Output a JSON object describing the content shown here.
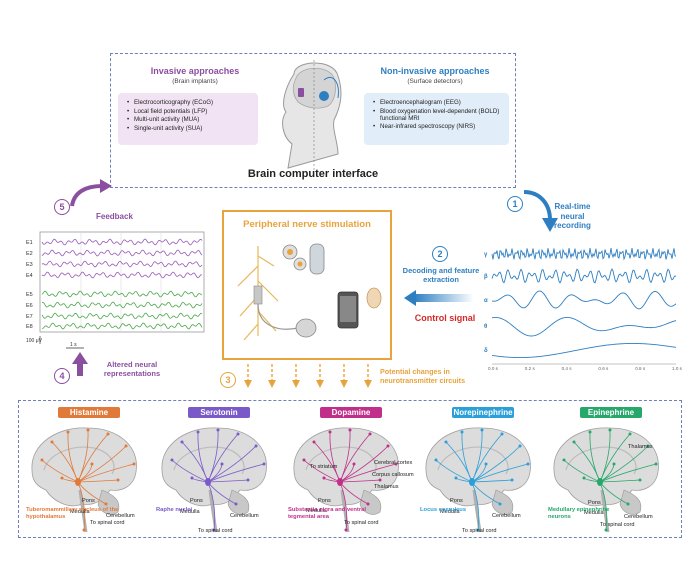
{
  "bci": {
    "title": "Brain computer interface",
    "invasive": {
      "heading": "Invasive approaches",
      "sub": "(Brain implants)",
      "items": [
        "Electrocorticography (ECoG)",
        "Local field potentials (LFP)",
        "Multi-unit activity (MUA)",
        "Single-unit activity (SUA)"
      ],
      "color": "#8b4fa0",
      "bg": "#f1e3f3"
    },
    "noninvasive": {
      "heading": "Non-invasive approaches",
      "sub": "(Surface detectors)",
      "items": [
        "Electroencephalogram (EEG)",
        "Blood oxygenation level-dependent (BOLD) functional MRI",
        "Near-infrared spectroscopy (NIRS)"
      ],
      "color": "#2e7fc2",
      "bg": "#e1edf8"
    }
  },
  "steps": {
    "s1": {
      "num": "1",
      "label": "Real-time neural recording",
      "color": "#2e7fc2"
    },
    "s2": {
      "num": "2",
      "label": "Decoding and feature extraction",
      "color": "#2e7fc2"
    },
    "s3": {
      "num": "3",
      "label": "Potential changes in neurotransmitter circuits",
      "color": "#e8a33d"
    },
    "s4": {
      "num": "4",
      "label": "Altered neural representations",
      "color": "#8b4fa0"
    },
    "s5": {
      "num": "5",
      "label": "Feedback",
      "color": "#8b4fa0"
    }
  },
  "control_signal": "Control signal",
  "pns": {
    "title": "Peripheral nerve stimulation"
  },
  "eeg_left": {
    "channels": [
      "E1",
      "E2",
      "E3",
      "E4",
      "E5",
      "E6",
      "E7",
      "E8"
    ],
    "scale_v": "100 μV",
    "scale_t": "1 s"
  },
  "bands": {
    "names": [
      "γ",
      "β",
      "α",
      "θ",
      "δ"
    ],
    "ticks": [
      "0.0 s",
      "0.2 s",
      "0.4 s",
      "0.6 s",
      "0.8 s",
      "1.0 s"
    ]
  },
  "neurotransmitters": [
    {
      "name": "Histamine",
      "color": "#e07a3a",
      "labels": [
        "Pons",
        "Medulla",
        "Cerebellum",
        "To spinal cord"
      ],
      "origin": "Tuberomammillary nucleus of the hypothalamus"
    },
    {
      "name": "Serotonin",
      "color": "#7a5ac8",
      "labels": [
        "Pons",
        "Medulla",
        "Cerebellum",
        "To spinal cord"
      ],
      "origin": "Raphe nuclei"
    },
    {
      "name": "Dopamine",
      "color": "#c0308a",
      "labels": [
        "To striatum",
        "Cerebral cortex",
        "Corpus callosum",
        "Thalamus",
        "Pons",
        "Medulla",
        "To spinal cord"
      ],
      "origin": "Substantia nigra and ventral tegmental area"
    },
    {
      "name": "Norepinephrine",
      "color": "#2a9fd8",
      "labels": [
        "Pons",
        "Medulla",
        "Cerebellum",
        "To spinal cord"
      ],
      "origin": "Locus coeruleus"
    },
    {
      "name": "Epinephrine",
      "color": "#25a86a",
      "labels": [
        "Thalamus",
        "Pons",
        "Medulla",
        "Cerebellum",
        "To spinal cord"
      ],
      "origin": "Medullary epinephrine neurons"
    }
  ]
}
